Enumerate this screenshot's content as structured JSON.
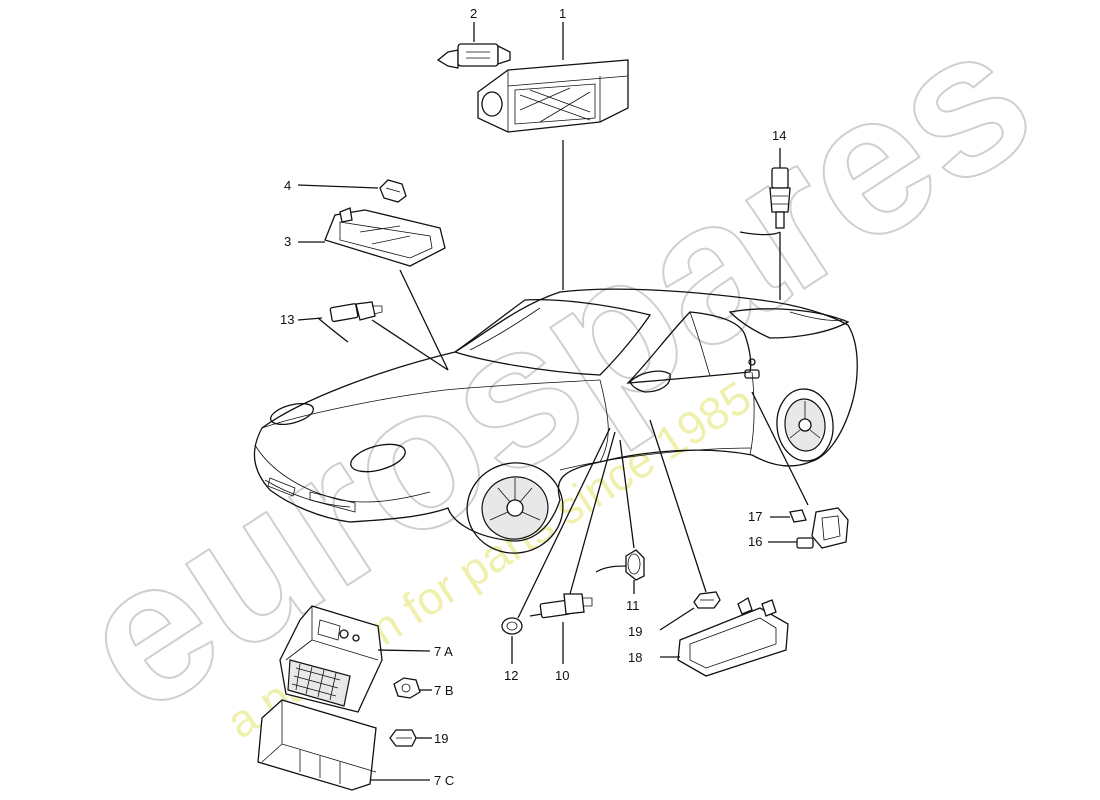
{
  "watermark": {
    "brand": "eurospares",
    "tagline": "a passion for parts since 1985"
  },
  "labels": {
    "p1": "1",
    "p2": "2",
    "p3": "3",
    "p4": "4",
    "p7a": "7 A",
    "p7b": "7 B",
    "p7c": "7 C",
    "p10": "10",
    "p11": "11",
    "p12": "12",
    "p13": "13",
    "p14": "14",
    "p16": "16",
    "p17": "17",
    "p18": "18",
    "p19a": "19",
    "p19b": "19"
  }
}
